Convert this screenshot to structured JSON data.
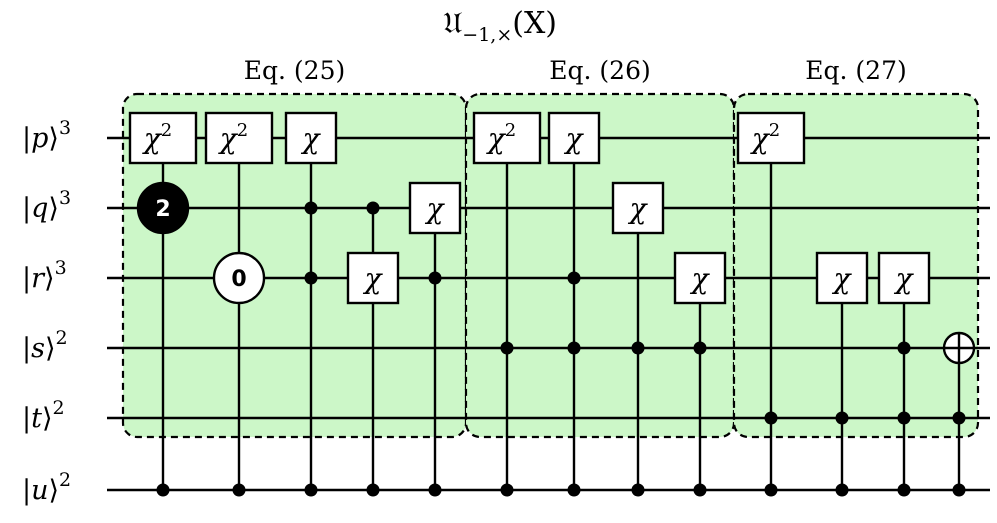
{
  "title": {
    "main": "𝔘",
    "subscript": "−1,×",
    "argument": "(X)"
  },
  "groups": [
    {
      "id": "g1",
      "label": "Eq. (25)"
    },
    {
      "id": "g2",
      "label": "Eq. (26)"
    },
    {
      "id": "g3",
      "label": "Eq. (27)"
    }
  ],
  "wires": [
    {
      "id": "p",
      "name": "p",
      "dim": "3"
    },
    {
      "id": "q",
      "name": "q",
      "dim": "3"
    },
    {
      "id": "r",
      "name": "r",
      "dim": "3"
    },
    {
      "id": "s",
      "name": "s",
      "dim": "2"
    },
    {
      "id": "t",
      "name": "t",
      "dim": "2"
    },
    {
      "id": "u",
      "name": "u",
      "dim": "2"
    }
  ],
  "gates": [
    {
      "col": 1,
      "target": "p",
      "symbol": "χ",
      "exp": "2",
      "controls": [
        {
          "wire": "q",
          "kind": "labeled-black",
          "label": "2"
        },
        {
          "wire": "u",
          "kind": "dot"
        }
      ]
    },
    {
      "col": 2,
      "target": "p",
      "symbol": "χ",
      "exp": "2",
      "controls": [
        {
          "wire": "r",
          "kind": "labeled-white",
          "label": "0"
        },
        {
          "wire": "u",
          "kind": "dot"
        }
      ]
    },
    {
      "col": 3,
      "target": "p",
      "symbol": "χ",
      "exp": "",
      "controls": [
        {
          "wire": "q",
          "kind": "dot"
        },
        {
          "wire": "r",
          "kind": "dot"
        },
        {
          "wire": "u",
          "kind": "dot"
        }
      ]
    },
    {
      "col": 4,
      "target": "r",
      "symbol": "χ",
      "exp": "",
      "controls": [
        {
          "wire": "q",
          "kind": "dot"
        },
        {
          "wire": "u",
          "kind": "dot"
        }
      ]
    },
    {
      "col": 5,
      "target": "q",
      "symbol": "χ",
      "exp": "",
      "controls": [
        {
          "wire": "r",
          "kind": "dot"
        },
        {
          "wire": "u",
          "kind": "dot"
        }
      ]
    },
    {
      "col": 6,
      "target": "p",
      "symbol": "χ",
      "exp": "2",
      "controls": [
        {
          "wire": "s",
          "kind": "dot"
        },
        {
          "wire": "u",
          "kind": "dot"
        }
      ]
    },
    {
      "col": 7,
      "target": "p",
      "symbol": "χ",
      "exp": "",
      "controls": [
        {
          "wire": "r",
          "kind": "dot"
        },
        {
          "wire": "s",
          "kind": "dot"
        },
        {
          "wire": "u",
          "kind": "dot"
        }
      ]
    },
    {
      "col": 8,
      "target": "q",
      "symbol": "χ",
      "exp": "",
      "controls": [
        {
          "wire": "s",
          "kind": "dot"
        },
        {
          "wire": "u",
          "kind": "dot"
        }
      ]
    },
    {
      "col": 9,
      "target": "r",
      "symbol": "χ",
      "exp": "",
      "controls": [
        {
          "wire": "s",
          "kind": "dot"
        },
        {
          "wire": "u",
          "kind": "dot"
        }
      ]
    },
    {
      "col": 10,
      "target": "p",
      "symbol": "χ",
      "exp": "2",
      "controls": [
        {
          "wire": "t",
          "kind": "dot"
        },
        {
          "wire": "u",
          "kind": "dot"
        }
      ]
    },
    {
      "col": 11,
      "target": "r",
      "symbol": "χ",
      "exp": "",
      "controls": [
        {
          "wire": "t",
          "kind": "dot"
        },
        {
          "wire": "u",
          "kind": "dot"
        }
      ]
    },
    {
      "col": 12,
      "target": "r",
      "symbol": "χ",
      "exp": "",
      "controls": [
        {
          "wire": "s",
          "kind": "dot"
        },
        {
          "wire": "t",
          "kind": "dot"
        },
        {
          "wire": "u",
          "kind": "dot"
        }
      ]
    },
    {
      "col": 13,
      "target": "s",
      "symbol": "⊕",
      "exp": "",
      "controls": [
        {
          "wire": "t",
          "kind": "dot"
        },
        {
          "wire": "u",
          "kind": "dot"
        }
      ]
    }
  ],
  "colors": {
    "group_fill": "#ccf7c8",
    "wire": "#000000",
    "gate_fill": "#ffffff"
  }
}
